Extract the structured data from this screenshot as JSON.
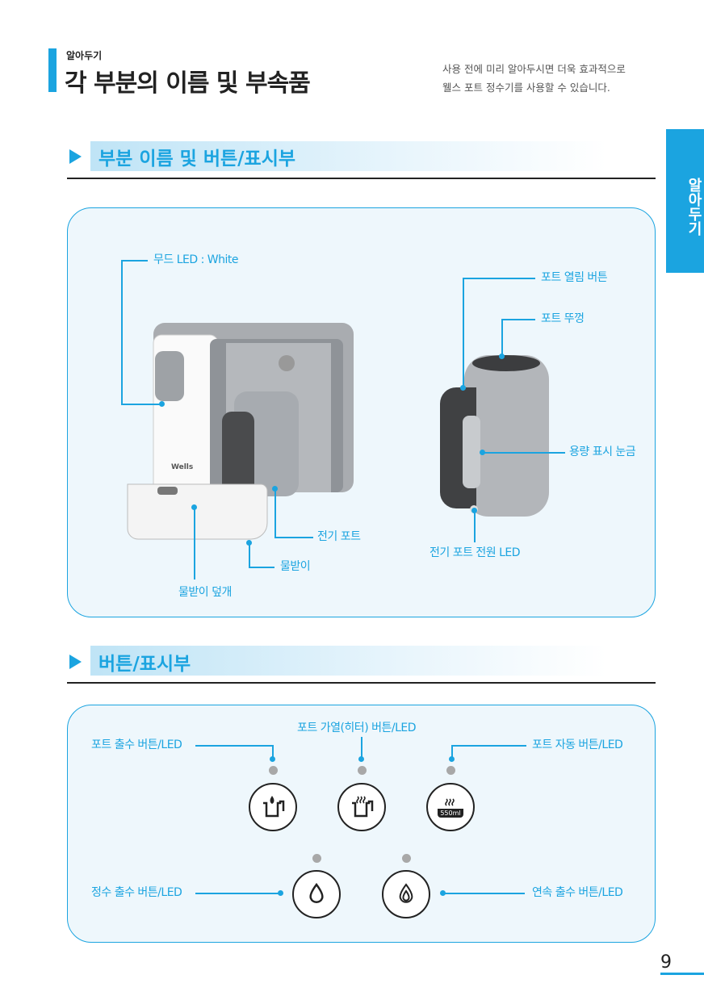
{
  "header": {
    "category": "알아두기",
    "title": "각 부분의 이름 및 부속품",
    "desc_line1": "사용 전에 미리 알아두시면 더욱 효과적으로",
    "desc_line2": "웰스 포트 정수기를 사용할 수 있습니다."
  },
  "side_tab": "알아두기",
  "section1": {
    "title": "부분 이름 및 버튼/표시부",
    "labels": {
      "mood_led": "무드 LED : White",
      "pot_open": "포트 열림 버튼",
      "pot_lid": "포트 뚜껑",
      "capacity": "용량 표시 눈금",
      "pot_power_led": "전기 포트 전원 LED",
      "electric_pot": "전기 포트",
      "drip_tray": "물받이",
      "drip_cover": "물받이 덮개"
    },
    "brand": "Wells"
  },
  "section2": {
    "title": "버튼/표시부",
    "labels": {
      "pot_dispense": "포트 출수 버튼/LED",
      "pot_heat": "포트 가열(히터) 버튼/LED",
      "pot_auto": "포트 자동 버튼/LED",
      "purified": "정수 출수 버튼/LED",
      "continuous": "연속 출수 버튼/LED"
    },
    "auto_volume": "550ml"
  },
  "page_number": "9"
}
